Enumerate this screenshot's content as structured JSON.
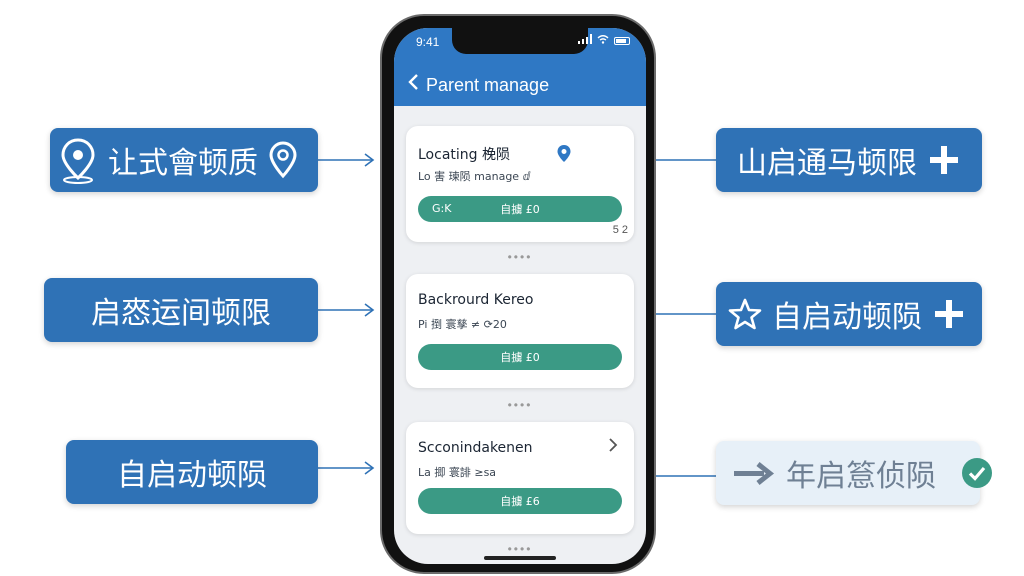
{
  "callouts": {
    "left1": {
      "text": "让式會顿质",
      "icon_left": "map-pin-icon",
      "icon_right": "location-pin-icon"
    },
    "left2": {
      "text": "启㤲运间顿限"
    },
    "left3": {
      "text": "自启动顿陨"
    },
    "right1": {
      "text": "山启通马顿限",
      "icon": "plus-icon"
    },
    "right2": {
      "text": "自启动顿陨",
      "icon_left": "star-icon",
      "icon_right": "plus-icon"
    },
    "right3": {
      "text": "年启䈚侦陨",
      "icon_left": "arrow-right-icon",
      "icon_right": "check-circle-icon"
    }
  },
  "phone": {
    "time": "9:41",
    "title": "Parent manage",
    "cards": [
      {
        "title": "Locating 梚陨",
        "subtitle": "Lo 害 瑓陨 manage ⅆ",
        "pill_left": "G:K",
        "pill_label": "自擄 £0",
        "corner": "5 2"
      },
      {
        "title": "Backrourd Kereo",
        "subtitle": "Pi 捯 寰孳 ≠ ⟳20",
        "pill_label": "自擄 £0"
      },
      {
        "title": "Scconindakenen",
        "subtitle": "La 揤 寰誹 ≥sa",
        "pill_label": "自擄 £6"
      }
    ],
    "dots": "••••"
  },
  "colors": {
    "accent": "#2f72b6",
    "header": "#2f78c4",
    "pill": "#3b9a85"
  }
}
